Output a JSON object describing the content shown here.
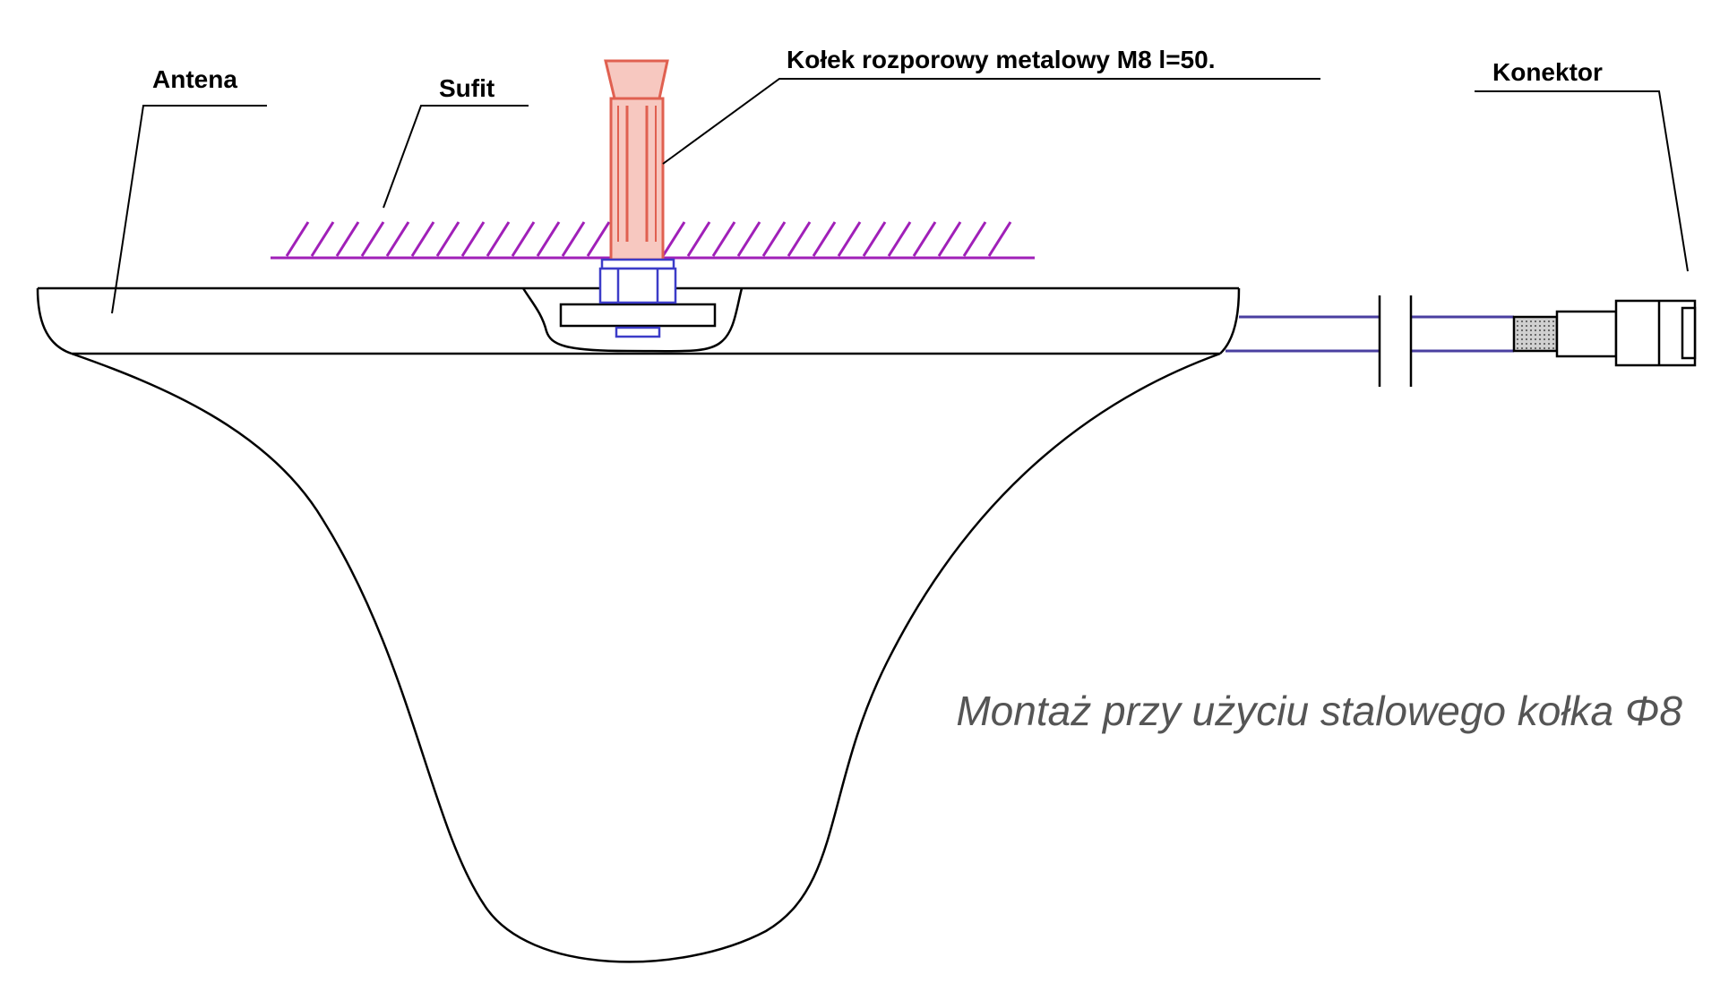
{
  "labels": {
    "antenna": "Antena",
    "ceiling": "Sufit",
    "anchor": "Kołek rozporowy metalowy M8 l=50.",
    "connector": "Konektor"
  },
  "caption": "Montaż przy użyciu stalowego kołka Φ8",
  "colors": {
    "outline": "#000000",
    "ceiling_hatch": "#a020b8",
    "anchor_fill": "#f7c8c0",
    "anchor_stroke": "#e06050",
    "cable": "#4a3fa0",
    "nut": "#3c3cc8",
    "caption": "#555555"
  }
}
